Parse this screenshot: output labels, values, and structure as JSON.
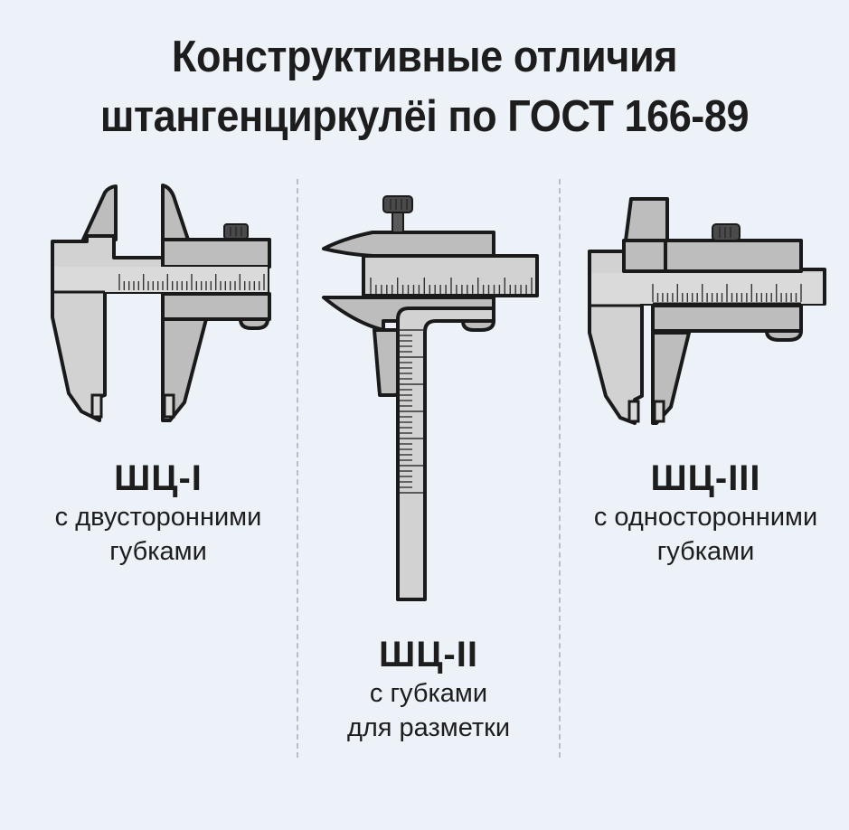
{
  "title": {
    "line1": "Конструктивные отличия",
    "line2": "штангенциркулёі по ГОСТ 166-89"
  },
  "colors": {
    "background": "#EDF2F9",
    "metal_light": "#D2D2D2",
    "metal_dark": "#BDBDBD",
    "outline": "#1A1A1A",
    "knob": "#4A4A4A",
    "divider": "#B9BEC6"
  },
  "types": [
    {
      "code": "ШЦ-I",
      "desc_line1": "с двусторонними",
      "desc_line2": "губками",
      "jaws": "two-sided"
    },
    {
      "code": "ШЦ-II",
      "desc_line1": "с губками",
      "desc_line2": "для разметки",
      "jaws": "marking"
    },
    {
      "code": "ШЦ-III",
      "desc_line1": "с односторонними",
      "desc_line2": "губками",
      "jaws": "one-sided"
    }
  ],
  "scale": {
    "tick_count": 30,
    "major_every": 5
  }
}
